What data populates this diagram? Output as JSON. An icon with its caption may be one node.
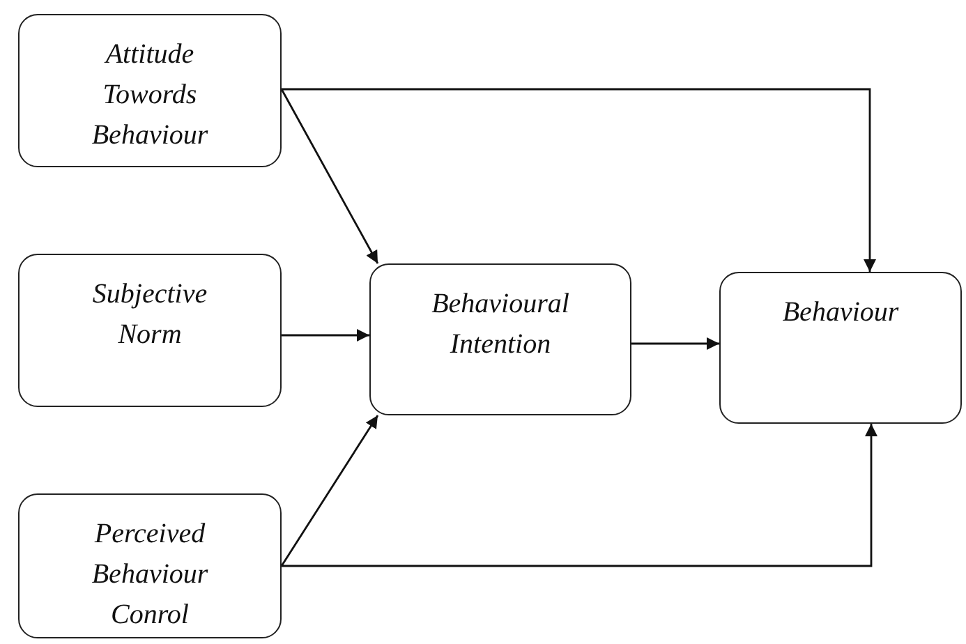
{
  "diagram": {
    "nodes": [
      {
        "text": [
          "Attitude Towords Behaviour"
        ]
      },
      {
        "text": [
          "Subjective Norm"
        ]
      },
      {
        "text": [
          "Behavioural Intention"
        ]
      },
      {
        "text": [
          "Behaviour"
        ]
      },
      {
        "text": [
          "Perceived Behaviour Conrol"
        ]
      }
    ],
    "edges": [
      {
        "from": 0,
        "to": 2,
        "arrow": "to"
      },
      {
        "from": 0,
        "to": 3,
        "arrow": "to"
      },
      {
        "from": 1,
        "to": 2,
        "arrow": "to"
      },
      {
        "from": 2,
        "to": 3,
        "arrow": "to"
      },
      {
        "from": 4,
        "to": 2,
        "arrow": "to"
      },
      {
        "from": 4,
        "to": 3,
        "arrow": "to"
      }
    ]
  }
}
